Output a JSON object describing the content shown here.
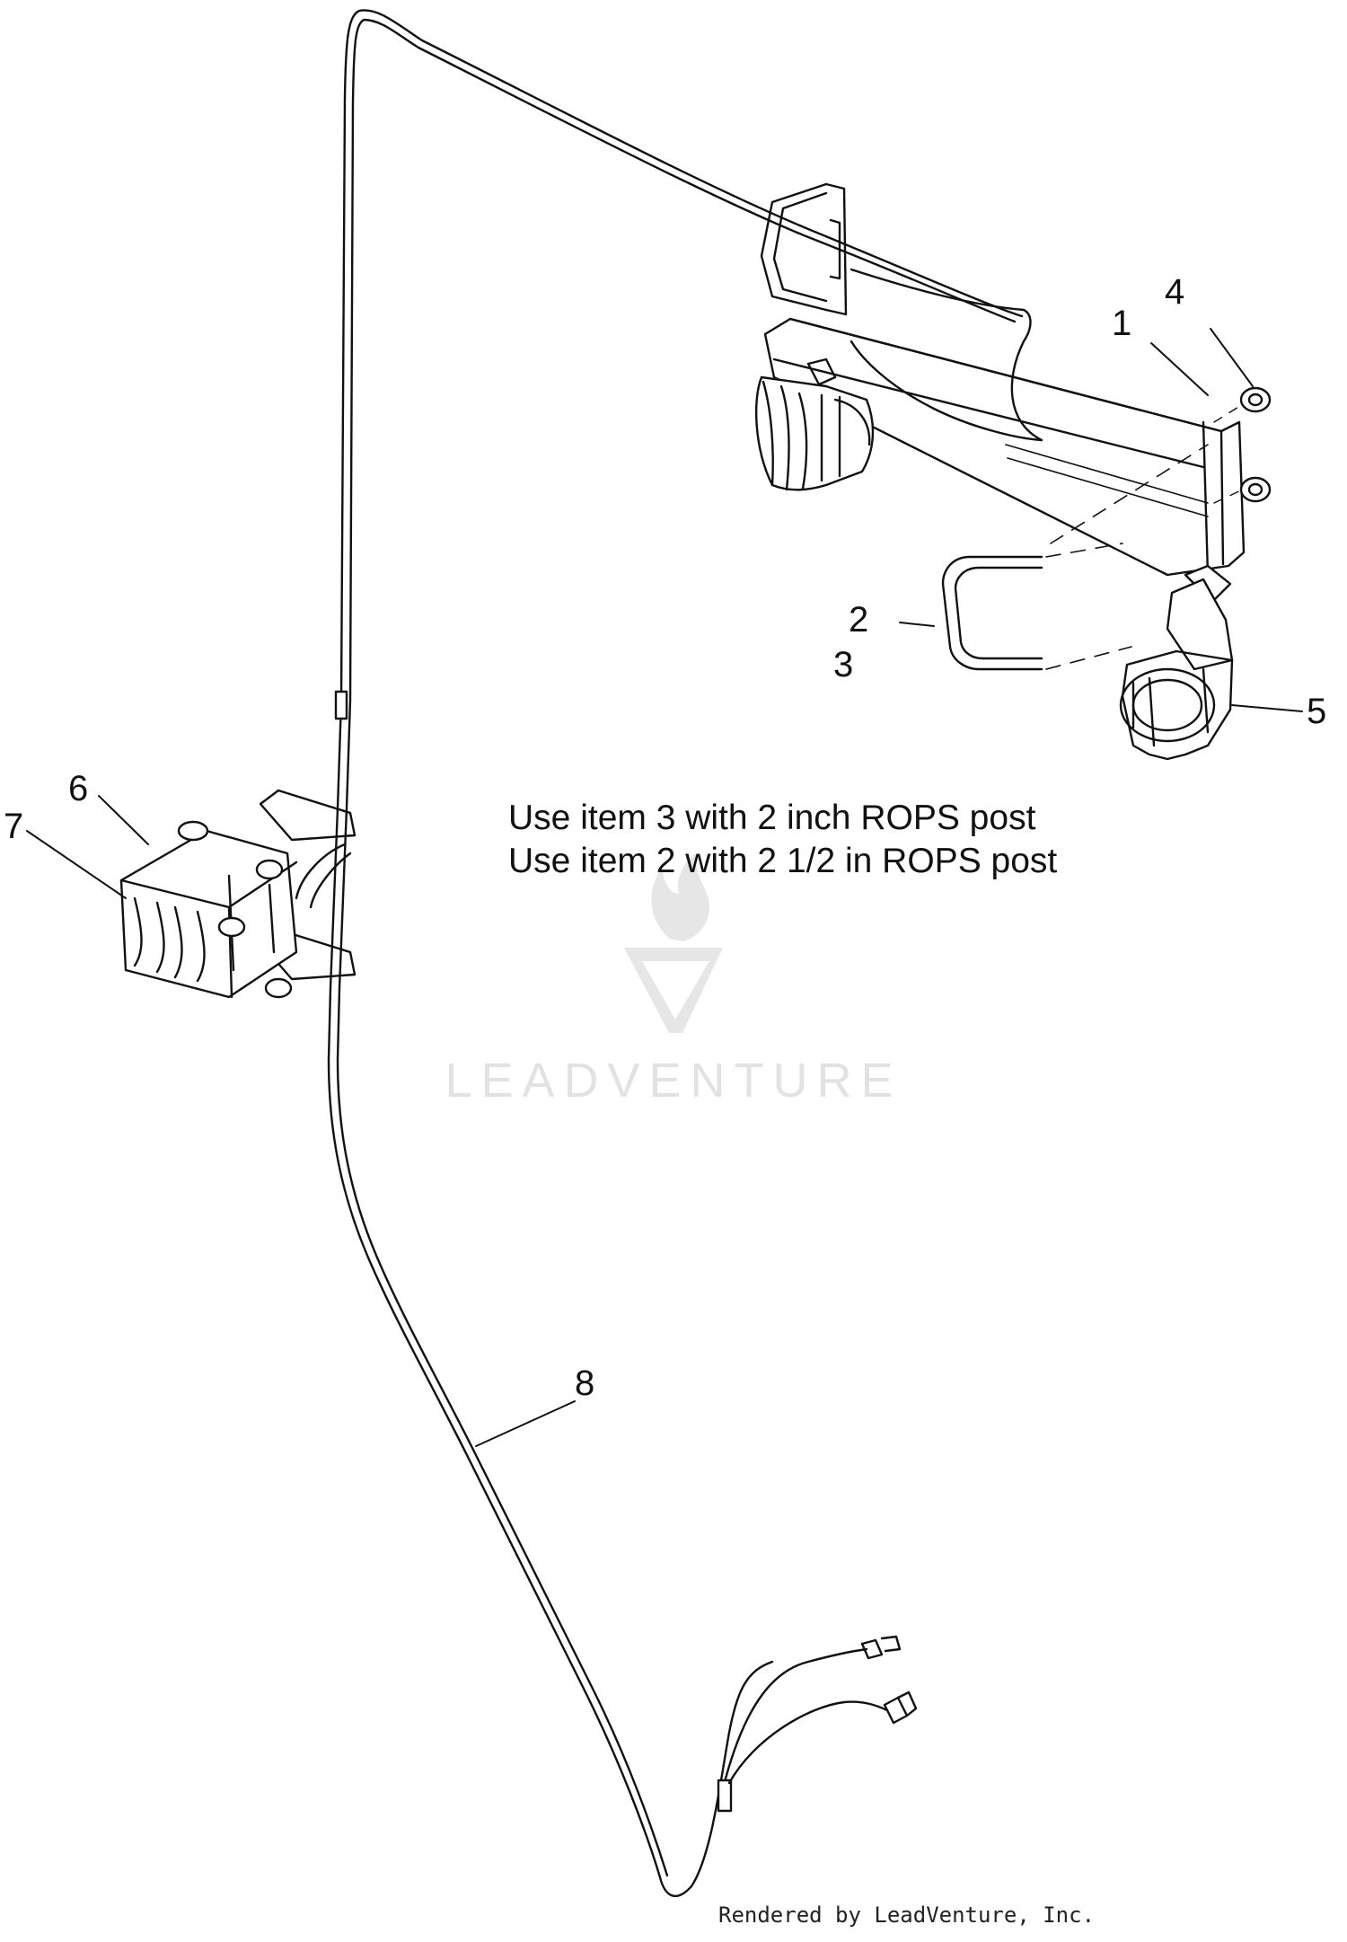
{
  "diagram": {
    "callouts": [
      {
        "id": "1",
        "label": "1"
      },
      {
        "id": "2",
        "label": "2"
      },
      {
        "id": "3",
        "label": "3"
      },
      {
        "id": "4",
        "label": "4"
      },
      {
        "id": "5",
        "label": "5"
      },
      {
        "id": "6",
        "label": "6"
      },
      {
        "id": "7",
        "label": "7"
      },
      {
        "id": "8",
        "label": "8"
      }
    ],
    "notes": [
      "Use item 3 with 2 inch ROPS post",
      "Use item 2 with 2 1/2 in ROPS post"
    ],
    "watermark": "LEADVENTURE",
    "footer": "Rendered by LeadVenture, Inc."
  },
  "colors": {
    "line": "#111111",
    "watermark": "#e2e2e2",
    "background": "#ffffff"
  }
}
